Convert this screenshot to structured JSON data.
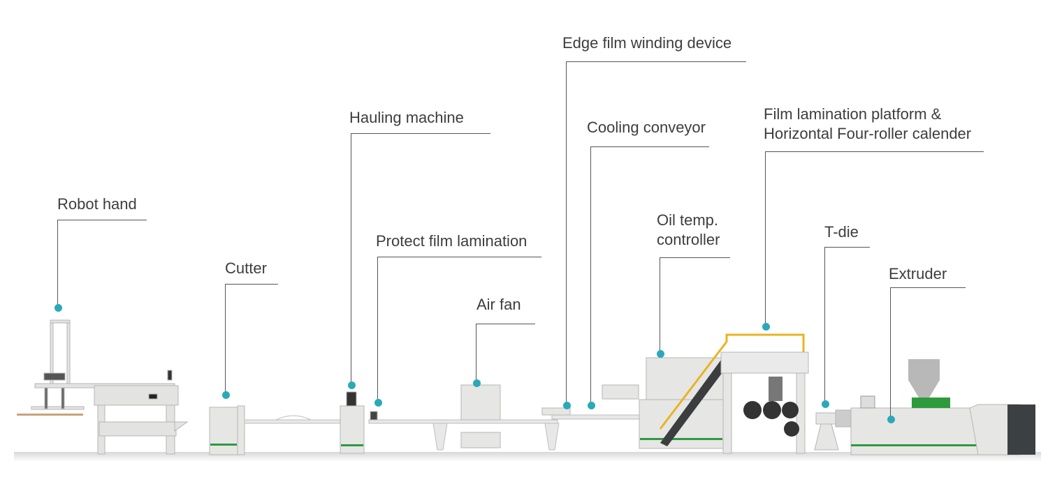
{
  "colors": {
    "dot": "#2aa9b9",
    "leader": "#555555",
    "text": "#3d3d3d",
    "machine_body": "#e6e6e4",
    "accent_green": "#2e9a3e",
    "rail_yellow": "#e9b325"
  },
  "labels": {
    "robot_hand": "Robot hand",
    "cutter": "Cutter",
    "hauling_machine": "Hauling machine",
    "protect_film_lamination": "Protect film lamination",
    "air_fan": "Air fan",
    "edge_film_winding_device": "Edge film winding device",
    "cooling_conveyor": "Cooling conveyor",
    "oil_temp_controller_line1": "Oil temp.",
    "oil_temp_controller_line2": "controller",
    "film_lamination_line1": "Film lamination platform &",
    "film_lamination_line2": "Horizontal Four-roller calender",
    "t_die": "T-die",
    "extruder": "Extruder"
  }
}
